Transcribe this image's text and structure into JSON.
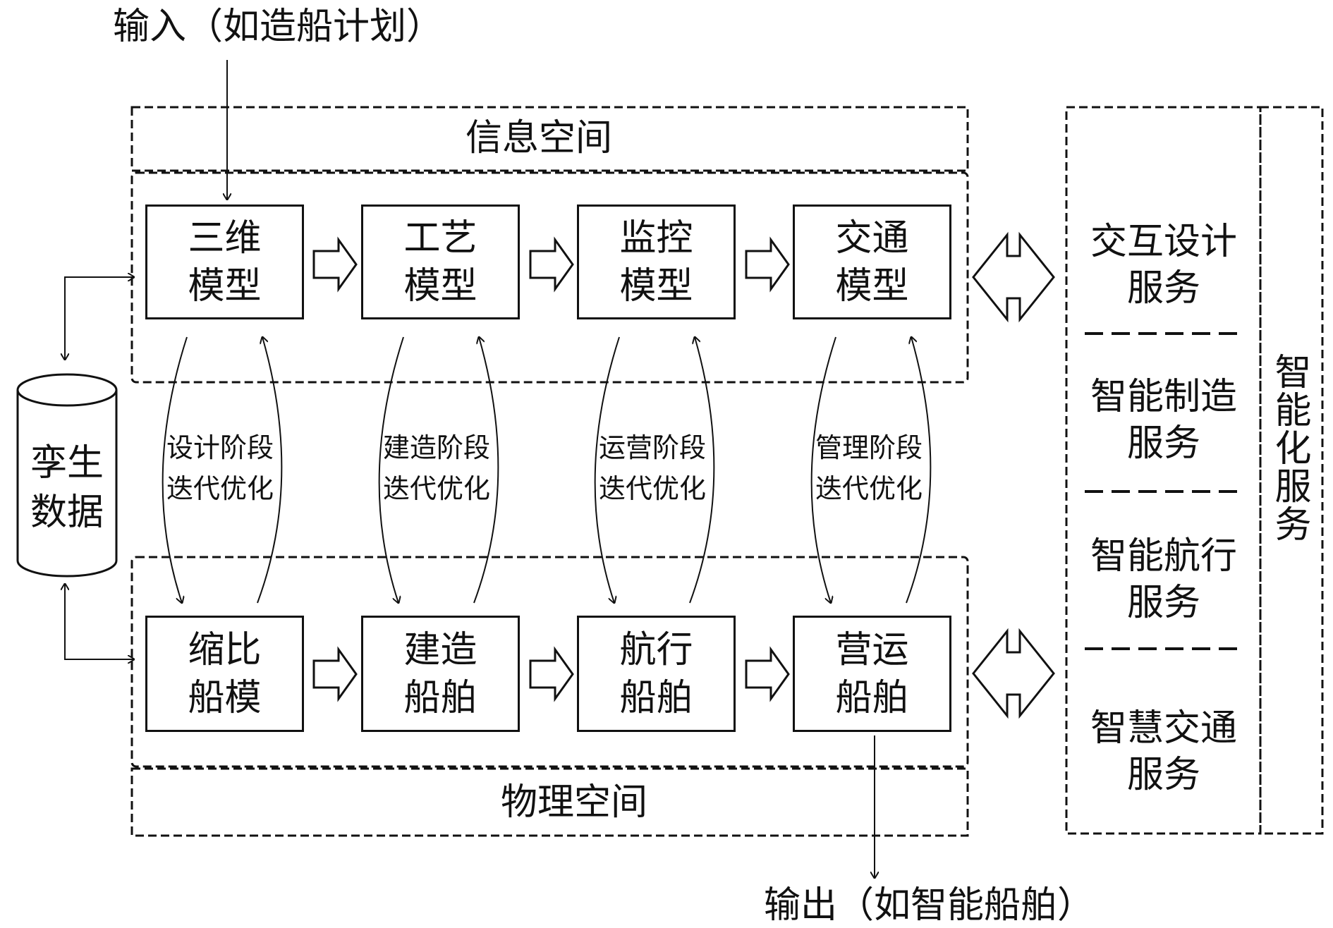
{
  "input_label": "输入（如造船计划）",
  "output_label": "输出（如智能船舶）",
  "info_space": "信息空间",
  "physical_space": "物理空间",
  "twin_data": {
    "line1": "孪生",
    "line2": "数据"
  },
  "info_models": [
    {
      "line1": "三维",
      "line2": "模型"
    },
    {
      "line1": "工艺",
      "line2": "模型"
    },
    {
      "line1": "监控",
      "line2": "模型"
    },
    {
      "line1": "交通",
      "line2": "模型"
    }
  ],
  "physical_entities": [
    {
      "line1": "缩比",
      "line2": "船模"
    },
    {
      "line1": "建造",
      "line2": "船舶"
    },
    {
      "line1": "航行",
      "line2": "船舶"
    },
    {
      "line1": "营运",
      "line2": "船舶"
    }
  ],
  "stages": [
    {
      "line1": "设计阶段",
      "line2": "迭代优化"
    },
    {
      "line1": "建造阶段",
      "line2": "迭代优化"
    },
    {
      "line1": "运营阶段",
      "line2": "迭代优化"
    },
    {
      "line1": "管理阶段",
      "line2": "迭代优化"
    }
  ],
  "services": [
    {
      "line1": "交互设计",
      "line2": "服务"
    },
    {
      "line1": "智能制造",
      "line2": "服务"
    },
    {
      "line1": "智能航行",
      "line2": "服务"
    },
    {
      "line1": "智慧交通",
      "line2": "服务"
    }
  ],
  "intelligent_service": "智能化服务"
}
